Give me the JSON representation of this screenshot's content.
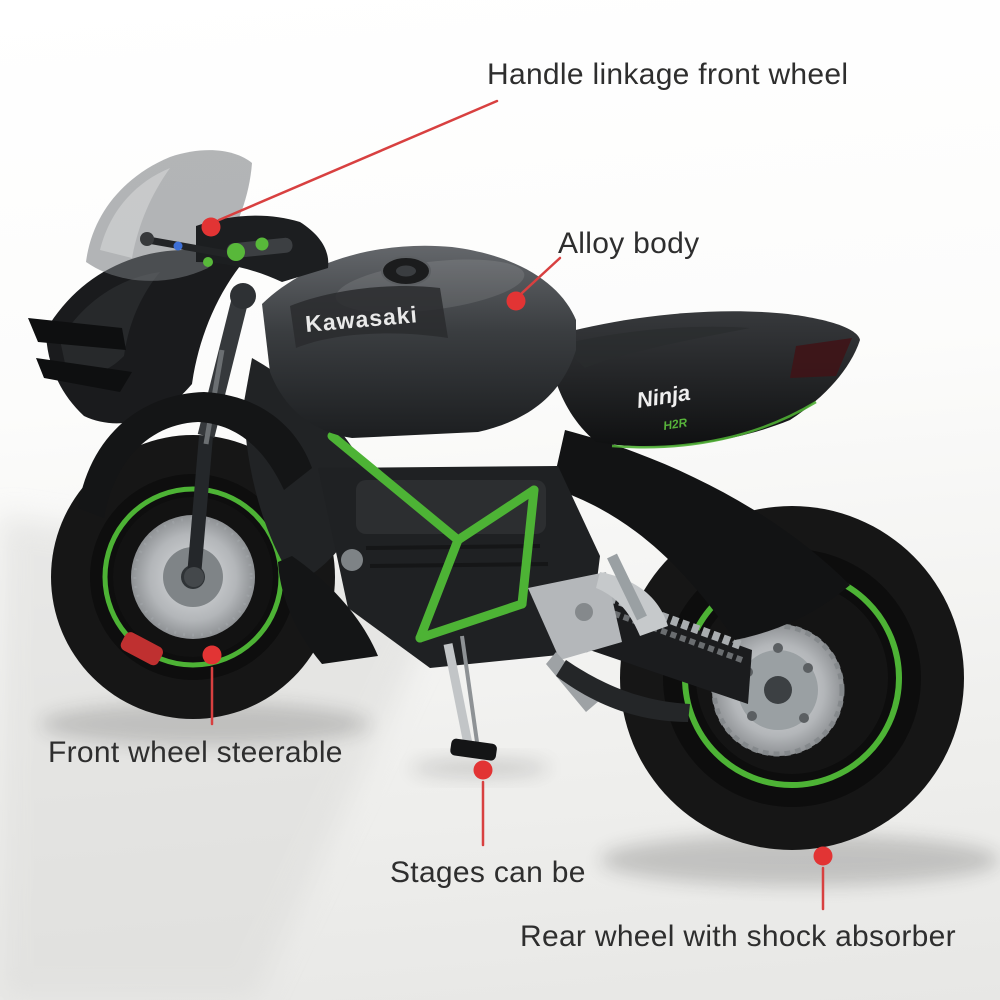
{
  "page": {
    "type": "product-feature-annotation-photo"
  },
  "colors": {
    "accent_red": "#e23434",
    "leader_line_red": "#d84040",
    "bike_green": "#4db335",
    "label_text": "#2e2e2e",
    "background_top": "#ffffff",
    "background_bottom": "#e7e7e5"
  },
  "bike": {
    "brand": "Kawasaki",
    "model": "Ninja",
    "badge": "H2R"
  },
  "annotations": [
    {
      "id": "handle",
      "label": "Handle linkage front wheel"
    },
    {
      "id": "alloy",
      "label": "Alloy body"
    },
    {
      "id": "front",
      "label": "Front wheel steerable"
    },
    {
      "id": "stages",
      "label": "Stages can be"
    },
    {
      "id": "rear",
      "label": "Rear wheel with shock absorber"
    }
  ]
}
